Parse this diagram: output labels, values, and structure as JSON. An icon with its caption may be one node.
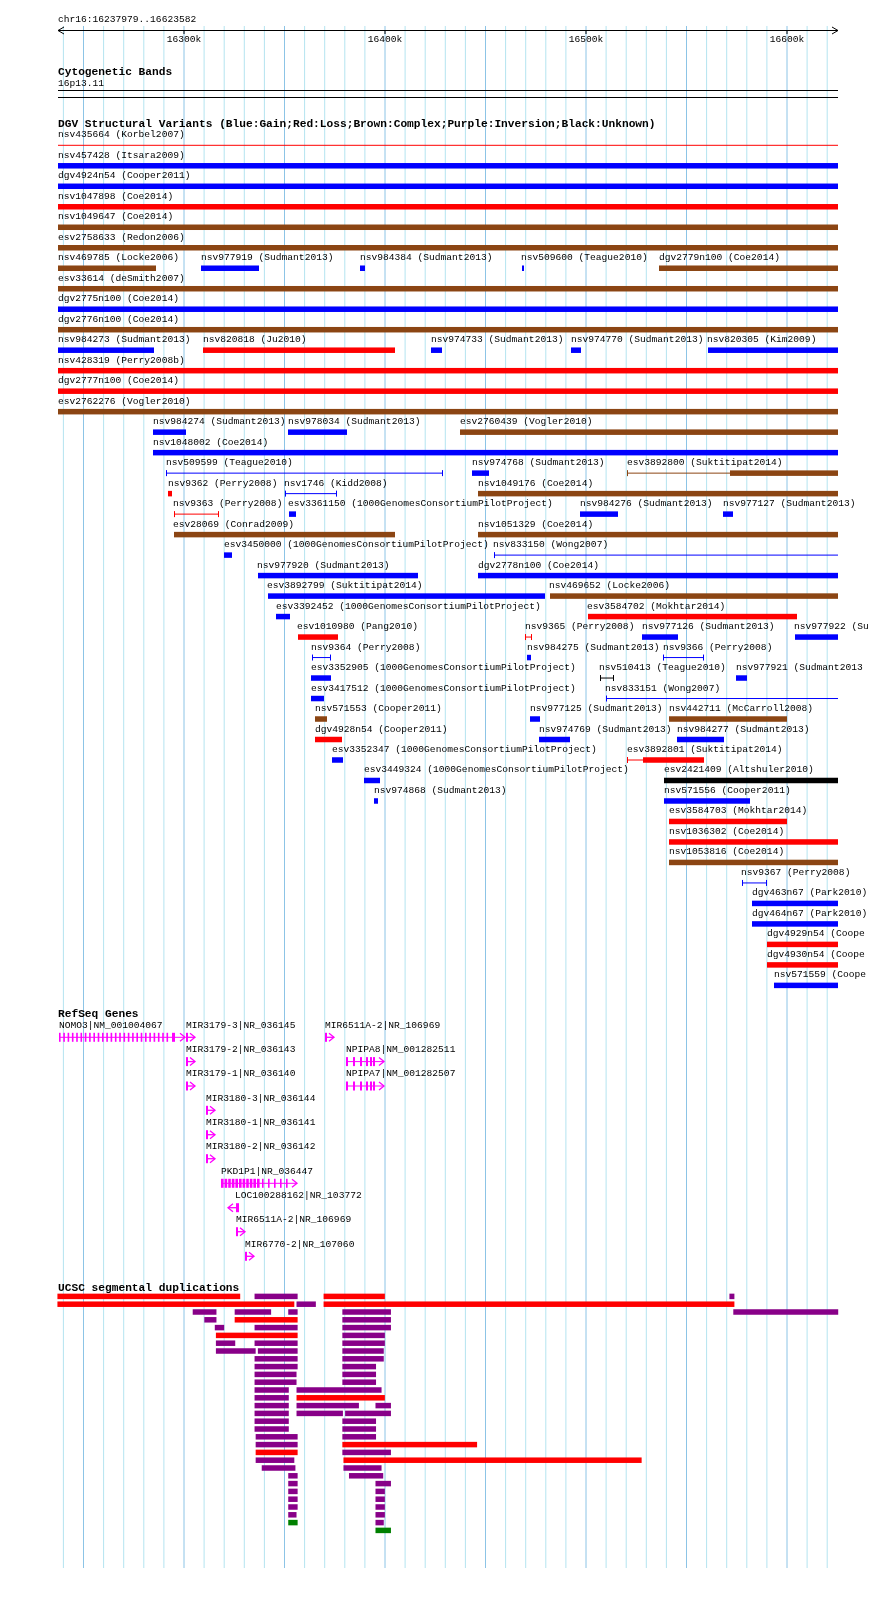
{
  "diagram": {
    "labels": [
      "chr16:16237979..16623582",
      "16300k",
      "16400k",
      "16500k",
      "16600k",
      "Cytogenetic Bands",
      "16p13.11",
      "DGV Structural Variants (Blue:Gain;Red:Loss;Brown:Complex;Purple:Inversion;Black:Unknown)",
      "nsv435664 (Korbel2007)",
      "nsv457428 (Itsara2009)",
      "dgv4924n54 (Cooper2011)",
      "nsv1047898 (Coe2014)",
      "nsv1049647 (Coe2014)",
      "esv2758633 (Redon2006)",
      "nsv469785 (Locke2006)",
      "nsv977919 (Sudmant2013)",
      "nsv984384 (Sudmant2013)",
      "nsv509600 (Teague2010)",
      "dgv2779n100 (Coe2014)",
      "esv33614 (deSmith2007)",
      "dgv2775n100 (Coe2014)",
      "dgv2776n100 (Coe2014)",
      "nsv984273 (Sudmant2013)",
      "nsv820818 (Ju2010)",
      "nsv974733 (Sudmant2013)",
      "nsv974770 (Sudmant2013)",
      "nsv820305 (Kim2009)",
      "nsv428319 (Perry2008b)",
      "dgv2777n100 (Coe2014)",
      "esv2762276 (Vogler2010)",
      "nsv984274 (Sudmant2013)",
      "nsv978034 (Sudmant2013)",
      "esv2760439 (Vogler2010)",
      "nsv1048002 (Coe2014)",
      "nsv509599 (Teague2010)",
      "nsv974768 (Sudmant2013)",
      "esv3892800 (Suktitipat2014)",
      "nsv9362 (Perry2008)",
      "nsv1746 (Kidd2008)",
      "nsv1049176 (Coe2014)",
      "nsv9363 (Perry2008)",
      "esv3361150 (1000GenomesConsortiumPilotProject)",
      "nsv984276 (Sudmant2013)",
      "nsv977127 (Sudmant2013)",
      "esv28069 (Conrad2009)",
      "nsv1051329 (Coe2014)",
      "esv3450000 (1000GenomesConsortiumPilotProject)",
      "nsv833150 (Wong2007)",
      "nsv977920 (Sudmant2013)",
      "dgv2778n100 (Coe2014)",
      "esv3892799 (Suktitipat2014)",
      "nsv469652 (Locke2006)",
      "esv3392452 (1000GenomesConsortiumPilotProject)",
      "esv3584702 (Mokhtar2014)",
      "esv1010980 (Pang2010)",
      "nsv9365 (Perry2008)",
      "nsv977126 (Sudmant2013)",
      "nsv977922 (Su",
      "nsv9364 (Perry2008)",
      "nsv984275 (Sudmant2013)",
      "nsv9366 (Perry2008)",
      "esv3352905 (1000GenomesConsortiumPilotProject)",
      "nsv510413 (Teague2010)",
      "nsv977921 (Sudmant2013",
      "esv3417512 (1000GenomesConsortiumPilotProject)",
      "nsv833151 (Wong2007)",
      "nsv571553 (Cooper2011)",
      "nsv977125 (Sudmant2013)",
      "nsv442711 (McCarroll2008)",
      "dgv4928n54 (Cooper2011)",
      "nsv974769 (Sudmant2013)",
      "nsv984277 (Sudmant2013)",
      "esv3352347 (1000GenomesConsortiumPilotProject)",
      "esv3892801 (Suktitipat2014)",
      "esv3449324 (1000GenomesConsortiumPilotProject)",
      "esv2421409 (Altshuler2010)",
      "nsv974868 (Sudmant2013)",
      "nsv571556 (Cooper2011)",
      "esv3584703 (Mokhtar2014)",
      "nsv1036302 (Coe2014)",
      "nsv1053816 (Coe2014)",
      "nsv9367 (Perry2008)",
      "dgv463n67 (Park2010)",
      "dgv464n67 (Park2010)",
      "dgv4929n54 (Coope",
      "dgv4930n54 (Coope",
      "nsv571559 (Coope",
      "RefSeq Genes",
      "NOMO3|NM_001004067",
      "MIR3179-3|NR_036145",
      "MIR6511A-2|NR_106969",
      "MIR3179-2|NR_036143",
      "NPIPA8|NM_001282511",
      "MIR3179-1|NR_036140",
      "NPIPA7|NM_001282507",
      "MIR3180-3|NR_036144",
      "MIR3180-1|NR_036141",
      "MIR3180-2|NR_036142",
      "PKD1P1|NR_036447",
      "LOC100288162|NR_103772",
      "MIR6511A-2|NR_106969",
      "MIR6770-2|NR_107060",
      "UCSC segmental duplications"
    ]
  }
}
